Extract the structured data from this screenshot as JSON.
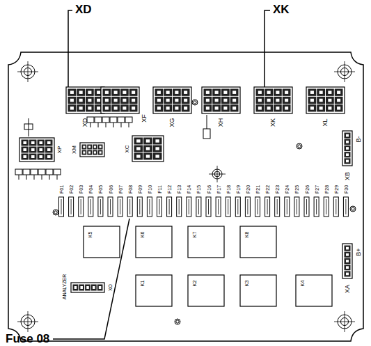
{
  "diagram": {
    "labels": [
      "XD",
      "XK",
      "Fuse 08",
      "XD",
      "XF",
      "XG",
      "XH",
      "XK",
      "XL",
      "XB",
      "B-",
      "XA",
      "B+",
      "XM",
      "XC",
      "XP",
      "F01",
      "F02",
      "F03",
      "F04",
      "F05",
      "F06",
      "F07",
      "F08",
      "F09",
      "F10",
      "F11",
      "F12",
      "F13",
      "F14",
      "F15",
      "F16",
      "F17",
      "F18",
      "F19",
      "F20",
      "F21",
      "F22",
      "F23",
      "F24",
      "F25",
      "F26",
      "F27",
      "F28",
      "F29",
      "F30",
      "K5",
      "K6",
      "K7",
      "K8",
      "K1",
      "K2",
      "K3",
      "K4",
      "ANALYZER",
      "XO"
    ]
  }
}
